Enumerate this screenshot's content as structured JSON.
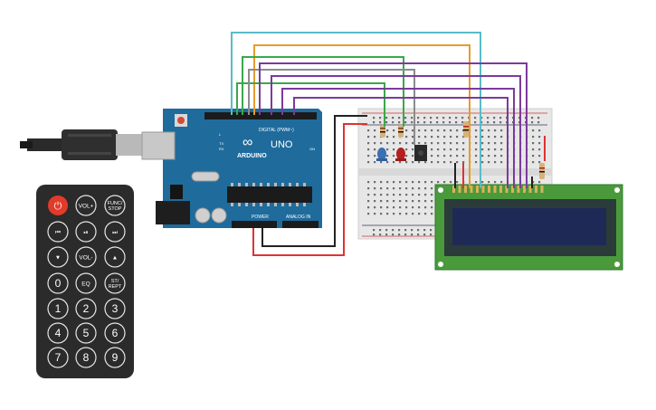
{
  "arduino": {
    "brand": "ARDUINO",
    "model": "UNO",
    "digital_label": "DIGITAL (PWM~)",
    "power_label": "POWER",
    "analog_label": "ANALOG IN",
    "on_label": "ON",
    "tx_label": "TX",
    "rx_label": "RX",
    "l_label": "L",
    "logo": "∞"
  },
  "remote": {
    "power_icon": "power-icon",
    "buttons": [
      {
        "id": "vol-up",
        "label": "VOL+"
      },
      {
        "id": "func-stop",
        "label": "FUNC/\nSTOP"
      },
      {
        "id": "prev",
        "label": "⏮"
      },
      {
        "id": "play-pause",
        "label": "⏯"
      },
      {
        "id": "next",
        "label": "⏭"
      },
      {
        "id": "down",
        "label": "▼"
      },
      {
        "id": "vol-down",
        "label": "VOL-"
      },
      {
        "id": "up",
        "label": "▲"
      },
      {
        "id": "zero",
        "label": "0"
      },
      {
        "id": "eq",
        "label": "EQ"
      },
      {
        "id": "st-rept",
        "label": "ST/\nREPT"
      },
      {
        "id": "one",
        "label": "1"
      },
      {
        "id": "two",
        "label": "2"
      },
      {
        "id": "three",
        "label": "3"
      },
      {
        "id": "four",
        "label": "4"
      },
      {
        "id": "five",
        "label": "5"
      },
      {
        "id": "six",
        "label": "6"
      },
      {
        "id": "seven",
        "label": "7"
      },
      {
        "id": "eight",
        "label": "8"
      },
      {
        "id": "nine",
        "label": "9"
      }
    ]
  },
  "colors": {
    "arduino_board": "#1f6b9c",
    "lcd_board": "#4a9a3c",
    "lcd_screen": "#1e2a55",
    "breadboard": "#e7e7e7",
    "remote_body": "#2b2b2b",
    "remote_power": "#e23b2a",
    "wire_cyan": "#58bcc8",
    "wire_orange": "#e79b2d",
    "wire_green": "#3aa84a",
    "wire_purple": "#7b3a9c",
    "wire_gray": "#8c8c8c",
    "wire_red": "#d33",
    "wire_black": "#222222",
    "led_blue": "#3a6fb4",
    "led_red": "#b3201f"
  }
}
